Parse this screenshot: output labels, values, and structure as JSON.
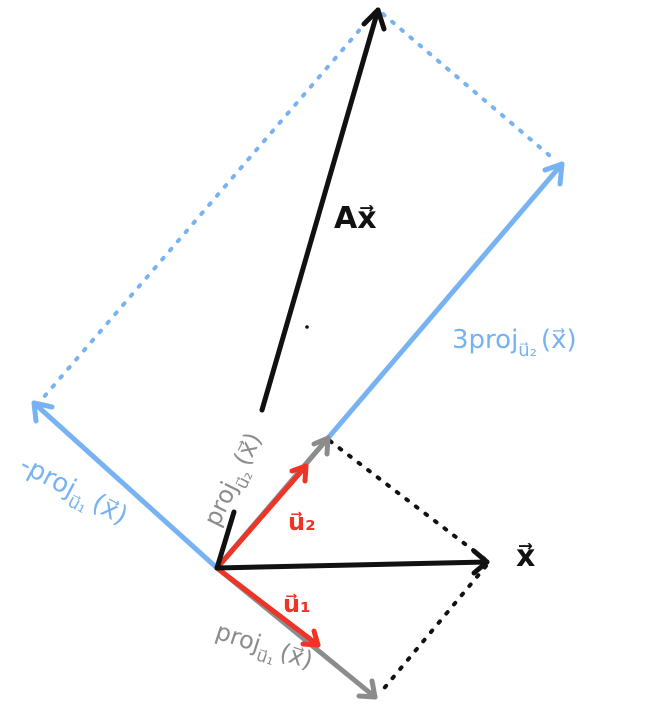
{
  "colors": {
    "black": "#111111",
    "blue": "#77b3f2",
    "gray": "#8c8c8c",
    "red": "#ee3327"
  },
  "labels": {
    "x": "x⃗",
    "Ax": "Ax⃗",
    "three_proj_u2": "3proj",
    "three_proj_u2_sub": "u⃗₂",
    "three_proj_u2_arg": "(x⃗)",
    "neg_proj_u1": "-proj",
    "neg_proj_u1_sub": "u⃗₁",
    "neg_proj_u1_arg": "(x⃗)",
    "proj_u2": "proj",
    "proj_u2_sub": "u⃗₂",
    "proj_u2_arg": "(x⃗)",
    "proj_u1": "proj",
    "proj_u1_sub": "u⃗₁",
    "proj_u1_arg": "(x⃗)",
    "u1": "u⃗₁",
    "u2": "u⃗₂"
  }
}
